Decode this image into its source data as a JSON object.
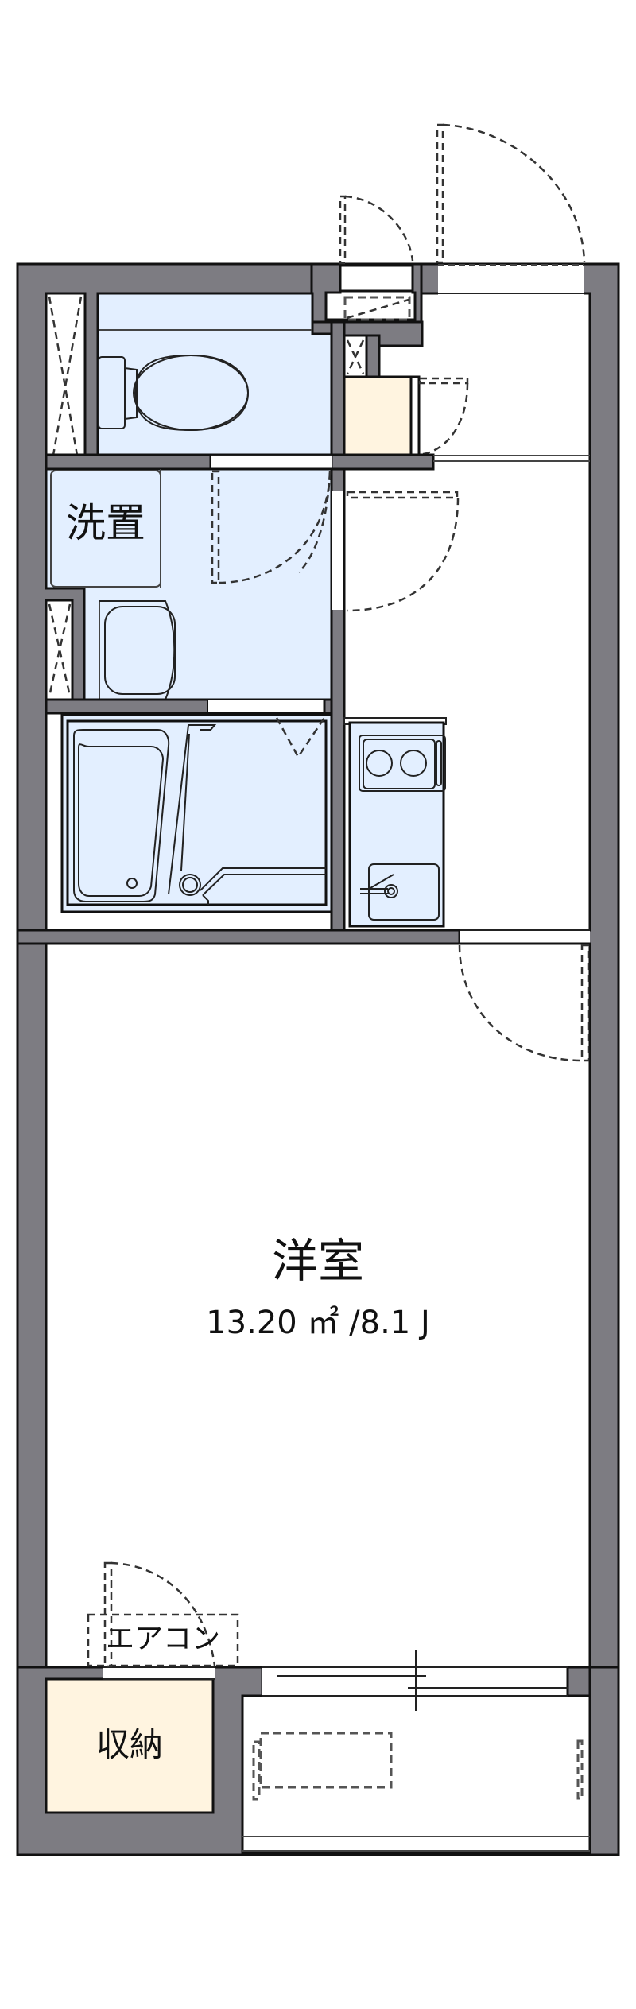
{
  "colors": {
    "wall": "#7d7c82",
    "wall_outline": "#111111",
    "wet_area": "#e3efff",
    "storage": "#fff4e0",
    "floor": "#ffffff",
    "dash": "#333333"
  },
  "rooms": {
    "main_room": {
      "name": "洋室",
      "area": "13.20 ㎡ /8.1 J"
    },
    "laundry": {
      "name": "洗置"
    },
    "storage": {
      "name": "収納"
    },
    "air_conditioner": {
      "name": "エアコン"
    }
  },
  "fixtures": [
    {
      "id": "toilet",
      "icon": "toilet-icon"
    },
    {
      "id": "washbasin",
      "icon": "washbasin-icon"
    },
    {
      "id": "bathtub",
      "icon": "bathtub-icon"
    },
    {
      "id": "kitchen-stove",
      "icon": "two-burner-stove-icon"
    },
    {
      "id": "kitchen-sink",
      "icon": "sink-faucet-icon"
    },
    {
      "id": "shoe-cabinet",
      "icon": "cabinet-icon"
    },
    {
      "id": "meter-box",
      "icon": "meter-box-icon"
    },
    {
      "id": "outdoor-ac-unit",
      "icon": "outdoor-unit-icon"
    }
  ],
  "doors": [
    {
      "id": "entrance-door"
    },
    {
      "id": "meter-box-door"
    },
    {
      "id": "shoe-cabinet-door"
    },
    {
      "id": "laundry-door"
    },
    {
      "id": "hall-door"
    },
    {
      "id": "main-room-door"
    },
    {
      "id": "storage-door"
    },
    {
      "id": "balcony-sliding-door"
    }
  ]
}
